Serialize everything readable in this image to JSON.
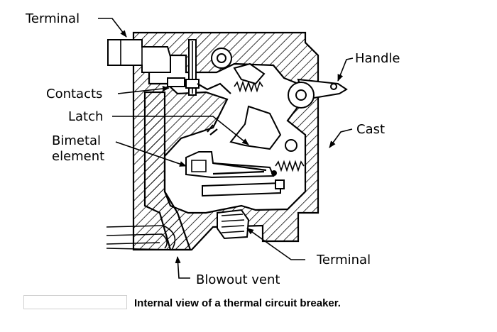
{
  "diagram": {
    "labels": {
      "terminal_top": "Terminal",
      "handle": "Handle",
      "contacts": "Contacts",
      "latch": "Latch",
      "cast": "Cast",
      "bimetal_line1": "Bimetal",
      "bimetal_line2": "element",
      "terminal_bottom": "Terminal",
      "blowout_vent": "Blowout vent"
    },
    "caption": "Internal view of a thermal circuit breaker."
  }
}
